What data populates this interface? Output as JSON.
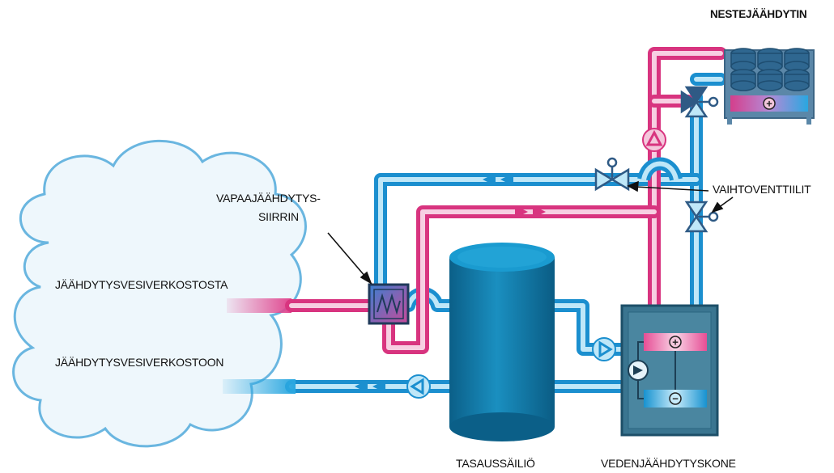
{
  "labels": {
    "cooler": "NESTEJÄÄHDYTIN",
    "valves": "VAIHTOVENTTIILIT",
    "exchanger_line1": "VAPAAJÄÄHDYTYS-",
    "exchanger_line2": "SIIRRIN",
    "from_network": "JÄÄHDYTYSVESIVERKOSTOSTA",
    "to_network": "JÄÄHDYTYSVESIVERKOSTOON",
    "tank": "TASAUSSÄILIÖ",
    "chiller": "VEDENJÄÄHDYTYSKONE"
  },
  "colors": {
    "cold_pipe": "#2aa7e0",
    "hot_pipe": "#e0468f",
    "tank": "#1480b0",
    "chiller_box": "#3a7590",
    "valve": "#2f5a85",
    "cloud": "#e6f2fa"
  },
  "symbols": {
    "plus": "+",
    "minus": "−"
  }
}
